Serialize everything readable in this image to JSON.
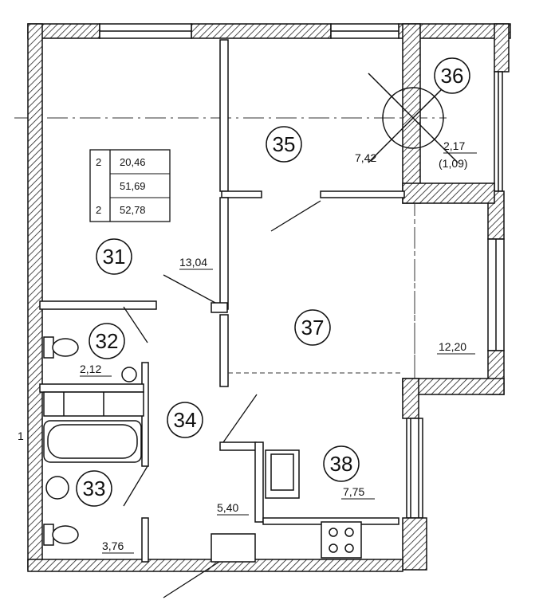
{
  "rooms": [
    {
      "id": "31",
      "area": "13,04"
    },
    {
      "id": "32",
      "area": "2,12"
    },
    {
      "id": "33",
      "area": "3,76"
    },
    {
      "id": "34",
      "area": "5,40"
    },
    {
      "id": "35",
      "area": "7,42"
    },
    {
      "id": "36",
      "area": "2,17",
      "area_alt": "(1,09)"
    },
    {
      "id": "37",
      "area": "12,20"
    },
    {
      "id": "38",
      "area": "7,75"
    }
  ],
  "summary_table": [
    {
      "rooms": "2",
      "value": "20,46"
    },
    {
      "rooms": "",
      "value": "51,69"
    },
    {
      "rooms": "2",
      "value": "52,78"
    }
  ],
  "axis_marks": [
    "1"
  ]
}
